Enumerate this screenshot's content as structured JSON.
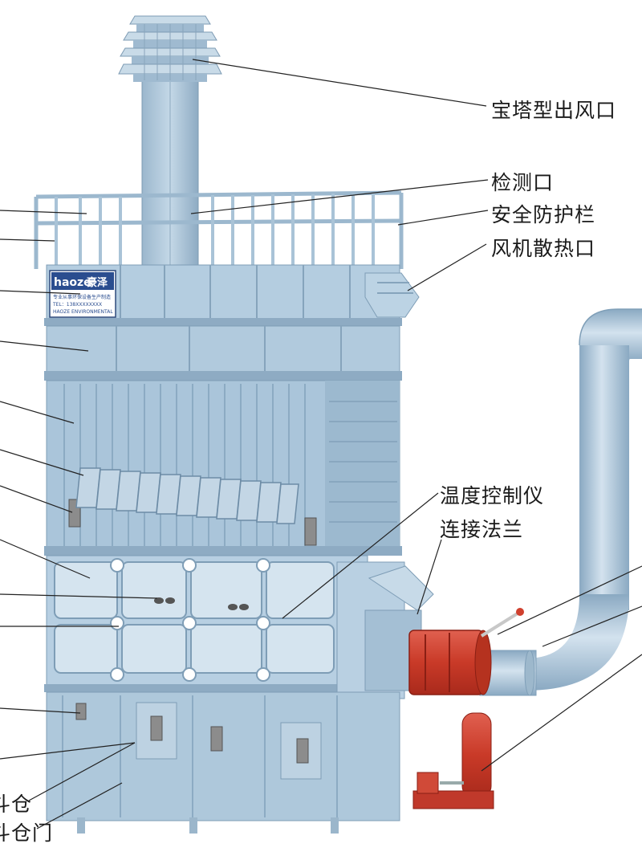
{
  "labels": {
    "outlet": "宝塔型出风口",
    "inspection_port": "检测口",
    "guardrail": "安全防护栏",
    "fan_vent": "风机散热口",
    "temp_controller": "温度控制仪",
    "flange": "连接法兰",
    "hopper_partial": "斗仓",
    "hopper_door_partial": "斗仓门"
  },
  "nameplate": {
    "brand": "haoze",
    "brand_cn": "豪泽",
    "line1": "专业从事环保设备生产制造",
    "line2": "TEL：138XXXXXXXX",
    "line3": "HAOZE ENVIRONMENTAL"
  },
  "colors": {
    "body": "#a9c4d9",
    "body_dark": "#86a6bf",
    "body_light": "#c6dae8",
    "frame": "#7e9db6",
    "red_device": "#d0402e",
    "pipe": "#b5cde0",
    "line": "#222222"
  }
}
